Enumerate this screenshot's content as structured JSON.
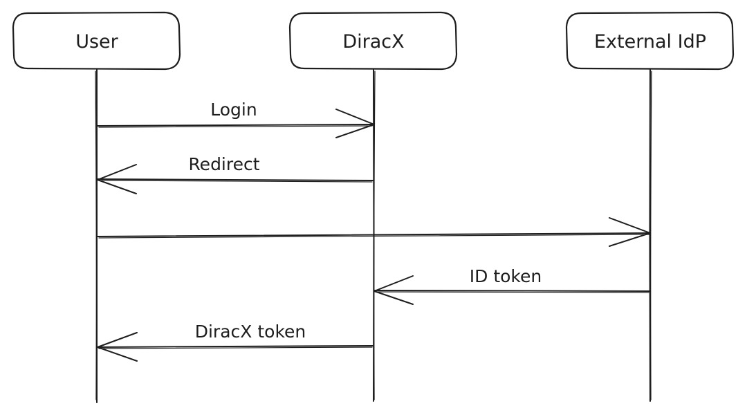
{
  "participants": [
    {
      "id": "user",
      "label": "User"
    },
    {
      "id": "diracx",
      "label": "DiracX"
    },
    {
      "id": "idp",
      "label": "External IdP"
    }
  ],
  "messages": [
    {
      "from": "user",
      "to": "diracx",
      "label": "Login"
    },
    {
      "from": "diracx",
      "to": "user",
      "label": "Redirect"
    },
    {
      "from": "user",
      "to": "idp",
      "label": ""
    },
    {
      "from": "idp",
      "to": "diracx",
      "label": "ID token"
    },
    {
      "from": "diracx",
      "to": "user",
      "label": "DiracX token"
    }
  ],
  "colors": {
    "stroke": "#1e1e1e",
    "background": "#ffffff"
  }
}
